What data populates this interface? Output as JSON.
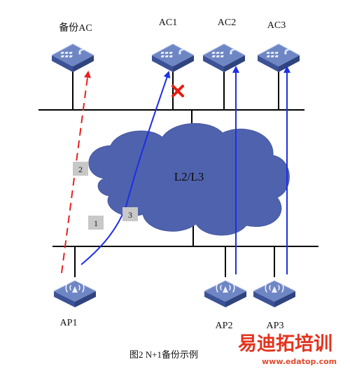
{
  "devices": {
    "backup_ac": "备份AC",
    "ac1": "AC1",
    "ac2": "AC2",
    "ac3": "AC3",
    "ap1": "AP1",
    "ap2": "AP2",
    "ap3": "AP3"
  },
  "network": {
    "cloud_label": "L2/L3"
  },
  "steps": {
    "step1": "1",
    "step2": "2",
    "step3": "3"
  },
  "caption": "图2 N+1备份示例",
  "watermark": {
    "text": "易迪拓培训",
    "url": "www.edatop.com"
  },
  "colors": {
    "cloud": "#4f62ad",
    "arrow": "#1d2fe6",
    "failover_arrow": "#e82020",
    "fail_mark": "#e81c10",
    "device_top": "#6f86c4",
    "device_side": "#3c5297",
    "step_box": "#c8c8c8"
  },
  "icons": {
    "fail_mark": "x-mark-icon",
    "ac_device": "wireless-controller-icon",
    "ap_device": "access-point-icon"
  }
}
